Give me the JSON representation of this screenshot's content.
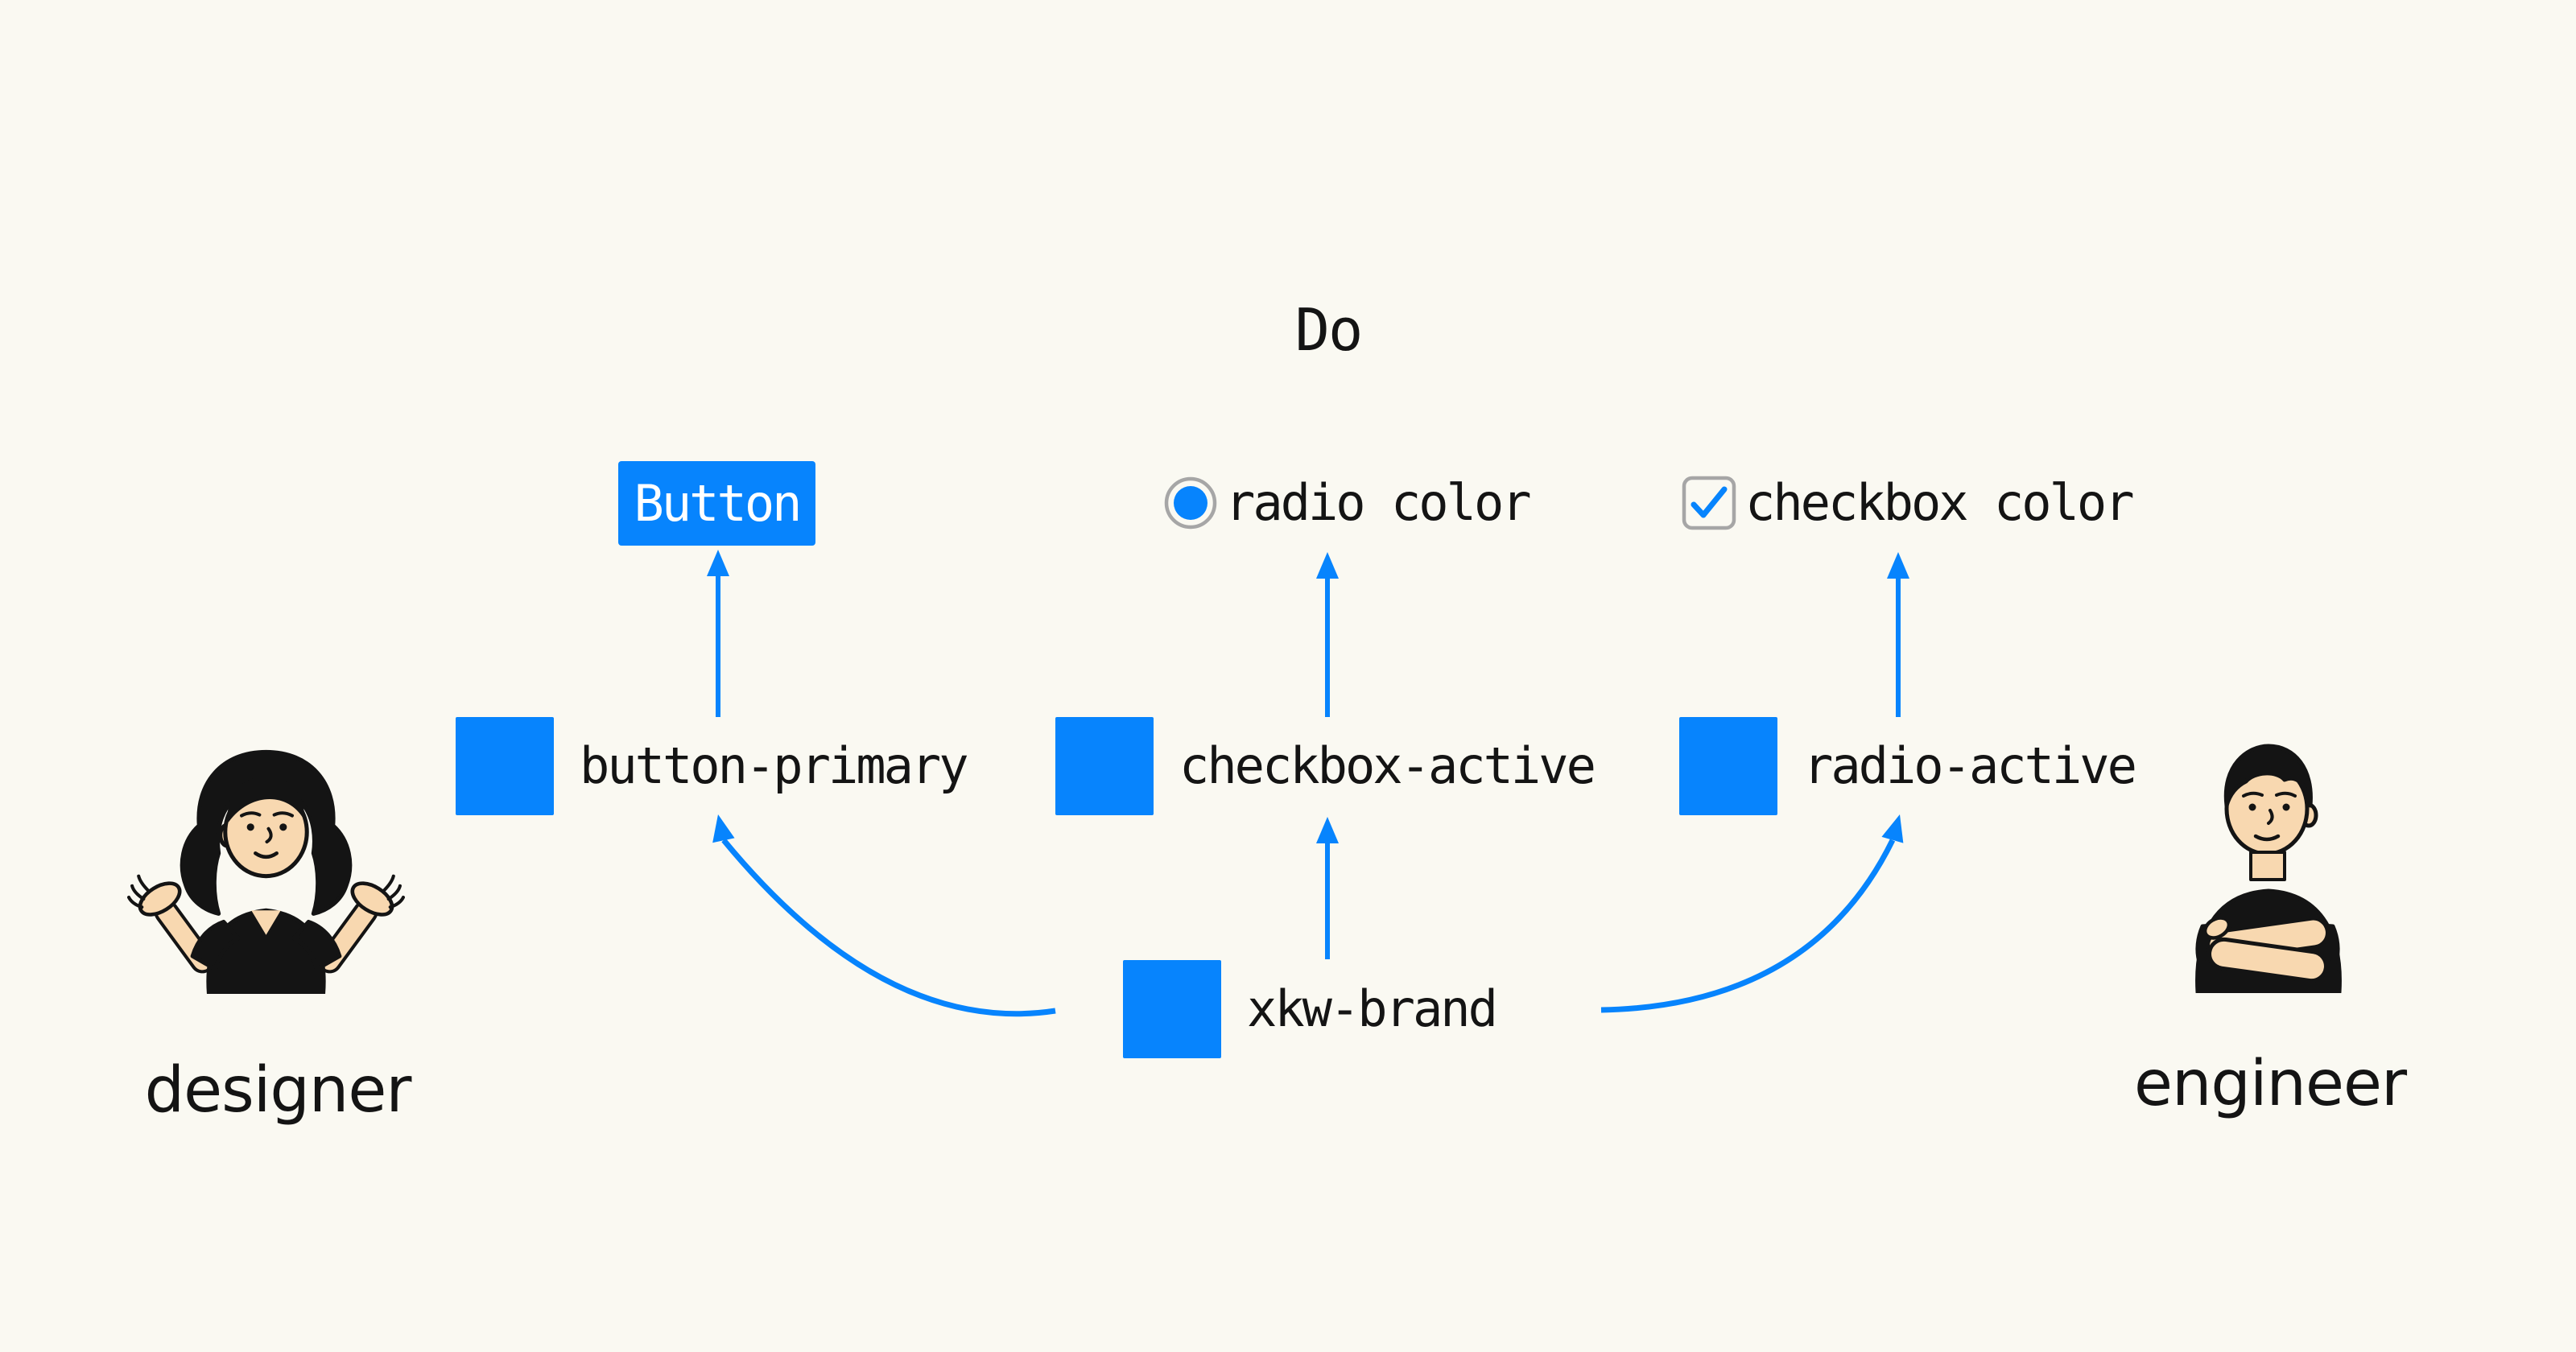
{
  "colors": {
    "bg": "#faf9f2",
    "accent": "#0784fd",
    "ink": "#141414",
    "control_border": "#a6a6a6",
    "skin": "#f8d8b0",
    "button_text": "#ffffff"
  },
  "title": "Do",
  "components": {
    "button": {
      "label": "Button"
    },
    "radio": {
      "label": "radio color",
      "icon": "radio-selected-icon"
    },
    "checkbox": {
      "label": "checkbox color",
      "icon": "checkbox-checked-icon"
    }
  },
  "tokens": {
    "button_primary": {
      "label": "button-primary",
      "swatch_color": "#0784fd"
    },
    "checkbox_active": {
      "label": "checkbox-active",
      "swatch_color": "#0784fd"
    },
    "radio_active": {
      "label": "radio-active",
      "swatch_color": "#0784fd"
    },
    "brand": {
      "label": "xkw-brand",
      "swatch_color": "#0784fd"
    }
  },
  "people": {
    "designer": {
      "label": "designer"
    },
    "engineer": {
      "label": "engineer"
    }
  }
}
